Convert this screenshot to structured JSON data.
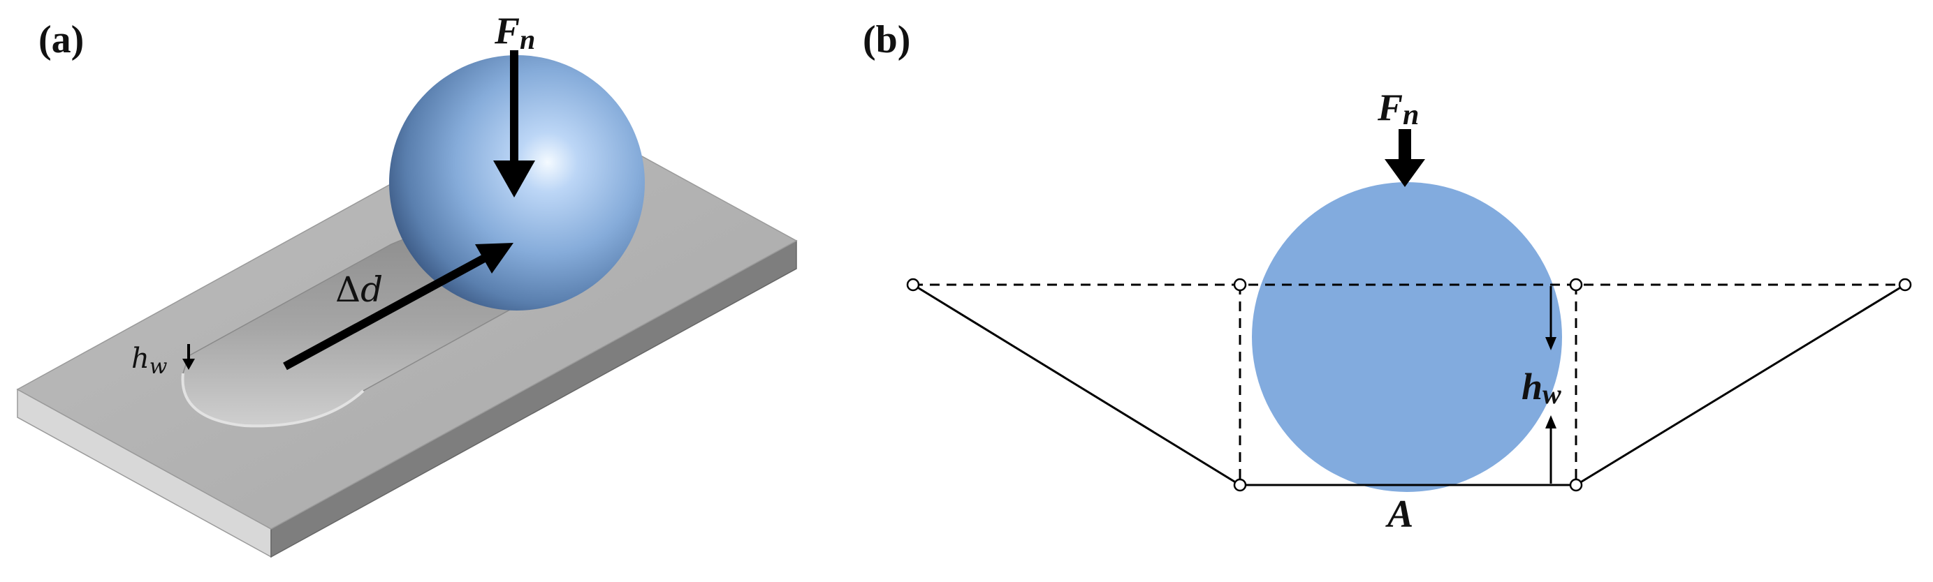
{
  "panel_a": {
    "label": "(a)",
    "force_symbol": "F",
    "force_subscript": "n",
    "displacement_delta": "Δ",
    "displacement_var": "d",
    "wear_depth_symbol": "h",
    "wear_depth_subscript": "w"
  },
  "panel_b": {
    "label": "(b)",
    "force_symbol": "F",
    "force_subscript": "n",
    "wear_depth_symbol": "h",
    "wear_depth_subscript": "w",
    "area_symbol": "A"
  },
  "colors": {
    "sphere": "#82ABDE",
    "plate_top": "#B4B4B4",
    "plate_front": "#D8D8D8",
    "plate_side": "#7E7E7E",
    "groove": "#A9A9A9",
    "arrow": "#000000"
  }
}
